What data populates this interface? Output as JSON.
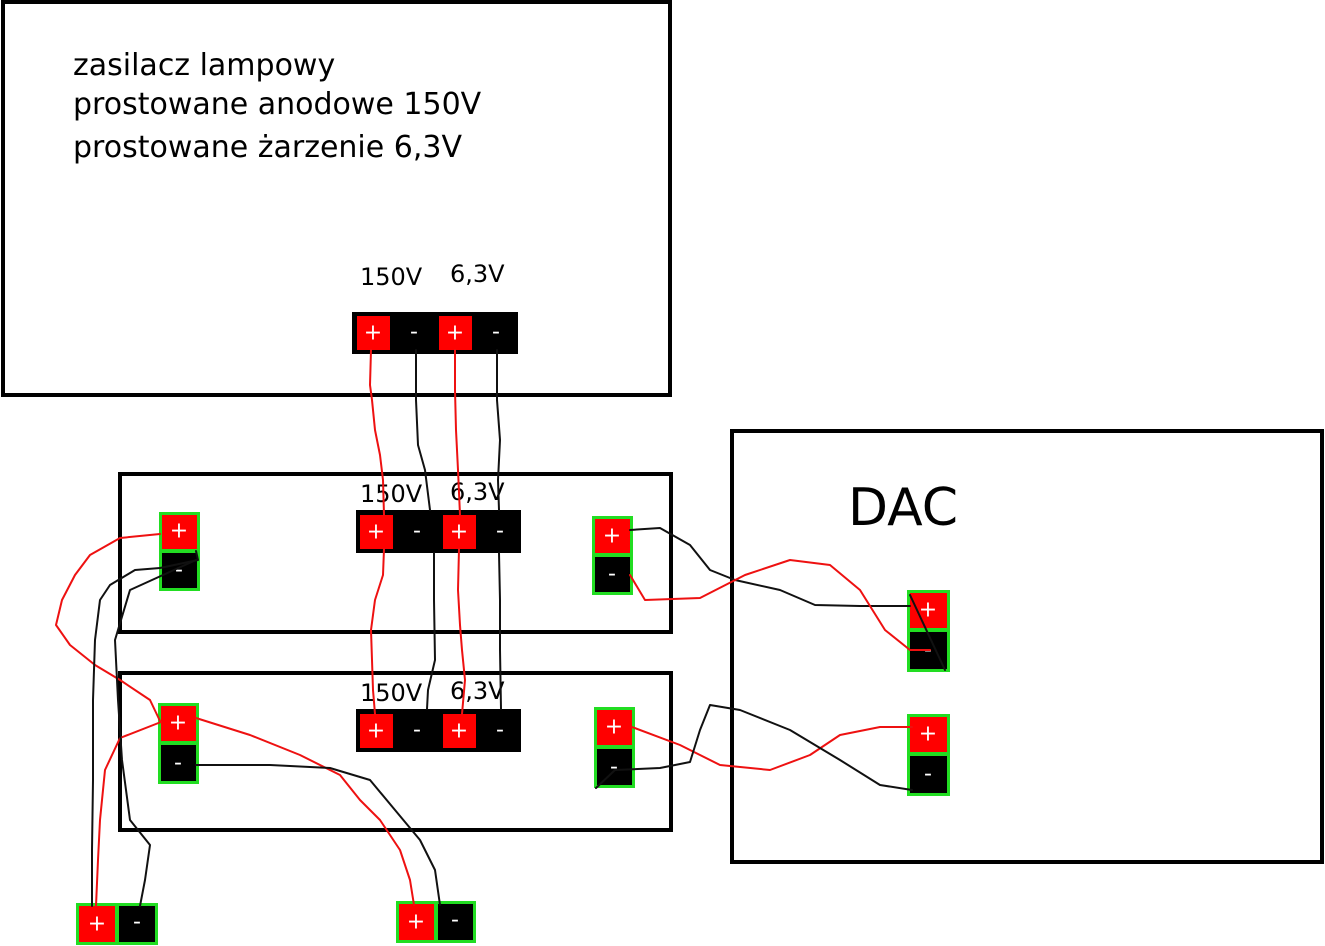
{
  "colors": {
    "positive": "#ff0000",
    "negative": "#000000",
    "frame": "#22dd22",
    "red_wire": "#ee1111",
    "black_wire": "#111111",
    "outline": "#000000"
  },
  "psu": {
    "line1": "zasilacz lampowy",
    "line2": "prostowane anodowe 150V",
    "line3": "prostowane żarzenie 6,3V",
    "label_150": "150V",
    "label_63": "6,3V"
  },
  "amp1": {
    "label_150": "150V",
    "label_63": "6,3V"
  },
  "amp2": {
    "label_150": "150V",
    "label_63": "6,3V"
  },
  "dac": {
    "title": "DAC"
  },
  "terminal": {
    "plus": "+",
    "minus": "-"
  }
}
